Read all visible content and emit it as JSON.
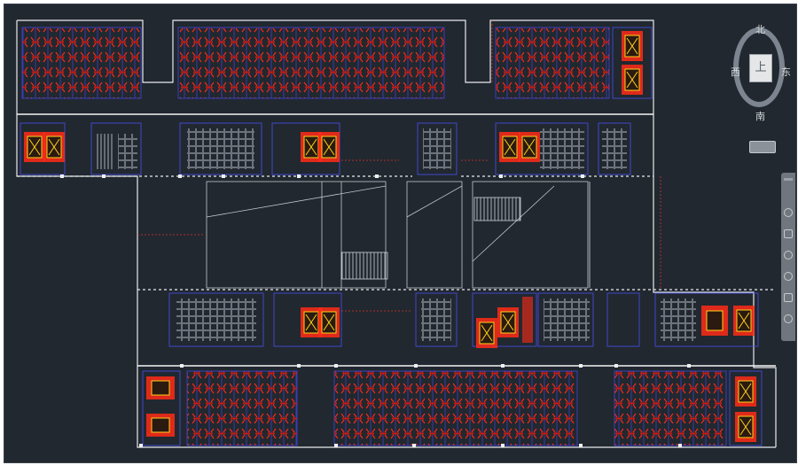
{
  "viewcube": {
    "north": "北",
    "south": "南",
    "east": "东",
    "west": "西",
    "face": "上"
  },
  "colors": {
    "background": "#212830",
    "wall": "#f3f3f3",
    "interior_line": "#4a4ff0",
    "seat": "#ff2a16",
    "accent_yellow": "#ffd21a"
  },
  "icons": {
    "navbar": [
      "pan-icon",
      "zoom-icon",
      "orbit-icon",
      "showmotion-icon",
      "steering-wheel-icon"
    ]
  }
}
